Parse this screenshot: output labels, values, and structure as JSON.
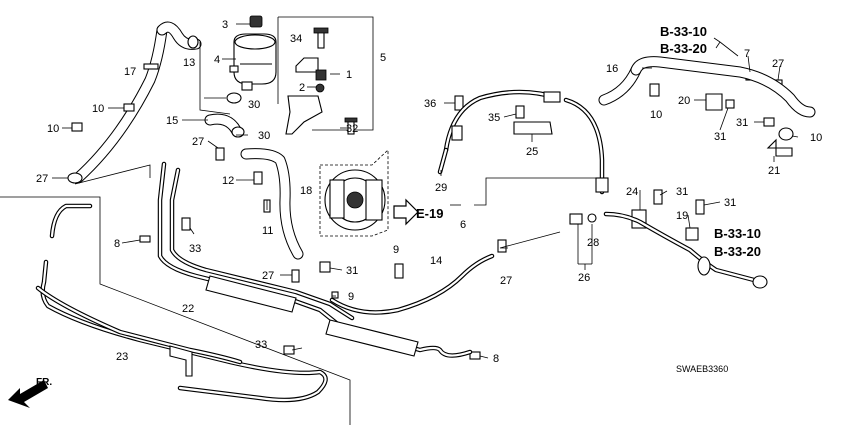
{
  "diagram_code": "SWAEB3360",
  "front_arrow_label": "FR.",
  "pump_reference": "E-19",
  "reference_top": [
    "B-33-10",
    "B-33-20"
  ],
  "reference_right": [
    "B-33-10",
    "B-33-20"
  ],
  "callouts": {
    "c3": "3",
    "c4": "4",
    "c5": "5",
    "c34": "34",
    "c1": "1",
    "c2": "2",
    "c13": "13",
    "c17": "17",
    "c10a": "10",
    "c10b": "10",
    "c30a": "30",
    "c30b": "30",
    "c15": "15",
    "c27a": "27",
    "c32": "32",
    "c27b": "27",
    "c12": "12",
    "c18": "18",
    "c11": "11",
    "c8a": "8",
    "c33a": "33",
    "c22": "22",
    "c27c": "27",
    "c31a": "31",
    "c9a": "9",
    "c9b": "9",
    "c14": "14",
    "c27d": "27",
    "c33b": "33",
    "c8b": "8",
    "c23": "23",
    "c36": "36",
    "c35": "35",
    "c25": "25",
    "c29": "29",
    "c6": "6",
    "c16": "16",
    "c7": "7",
    "c27e": "27",
    "c20": "20",
    "c10c": "10",
    "c31b": "31",
    "c31c": "31",
    "c10d": "10",
    "c21": "21",
    "c24": "24",
    "c31d": "31",
    "c19": "19",
    "c31e": "31",
    "c28": "28",
    "c26": "26"
  }
}
